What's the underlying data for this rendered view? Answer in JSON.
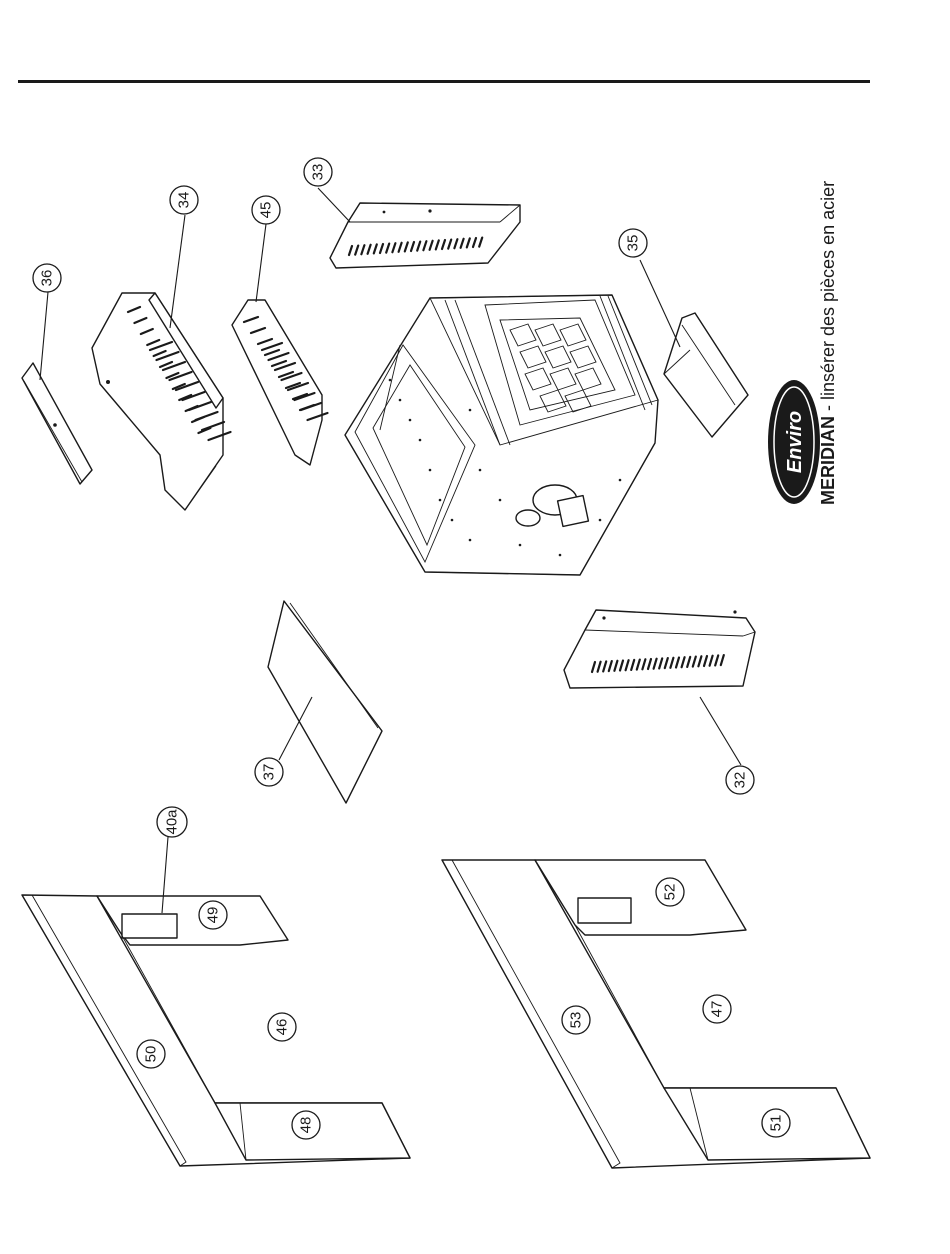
{
  "title": {
    "model": "MERIDIAN",
    "separator": " - ",
    "description": "linsérer des pièces en acier"
  },
  "logo": {
    "brand": "Enviro"
  },
  "callouts": [
    {
      "id": "c32",
      "label": "32"
    },
    {
      "id": "c33",
      "label": "33"
    },
    {
      "id": "c34",
      "label": "34"
    },
    {
      "id": "c35",
      "label": "35"
    },
    {
      "id": "c36",
      "label": "36"
    },
    {
      "id": "c37",
      "label": "37"
    },
    {
      "id": "c40a",
      "label": "40a"
    },
    {
      "id": "c45",
      "label": "45"
    },
    {
      "id": "c46",
      "label": "46"
    },
    {
      "id": "c47",
      "label": "47"
    },
    {
      "id": "c48",
      "label": "48"
    },
    {
      "id": "c49",
      "label": "49"
    },
    {
      "id": "c50",
      "label": "50"
    },
    {
      "id": "c51",
      "label": "51"
    },
    {
      "id": "c52",
      "label": "52"
    },
    {
      "id": "c53",
      "label": "53"
    }
  ]
}
